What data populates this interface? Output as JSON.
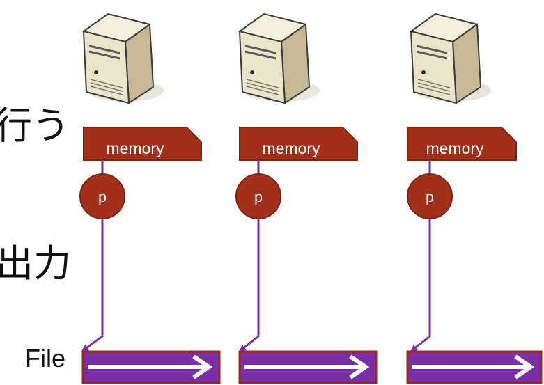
{
  "slide": {
    "text_line_1": "行う",
    "text_line_2": "出力",
    "file_label": "File"
  },
  "nodes": [
    {
      "memory_label": "memory",
      "process_label": "p",
      "server_icon": "server-tower-icon"
    },
    {
      "memory_label": "memory",
      "process_label": "p",
      "server_icon": "server-tower-icon"
    },
    {
      "memory_label": "memory",
      "process_label": "p",
      "server_icon": "server-tower-icon"
    }
  ],
  "colors": {
    "memory_fill": "#a3301b",
    "memory_stroke": "#7a2411",
    "process_fill": "#a3301b",
    "arrow": "#7a2fa6",
    "file_fill": "#7a2fa6",
    "file_border": "#9c2a14",
    "server_body": "#ece4c9",
    "server_side": "#c7b995"
  }
}
